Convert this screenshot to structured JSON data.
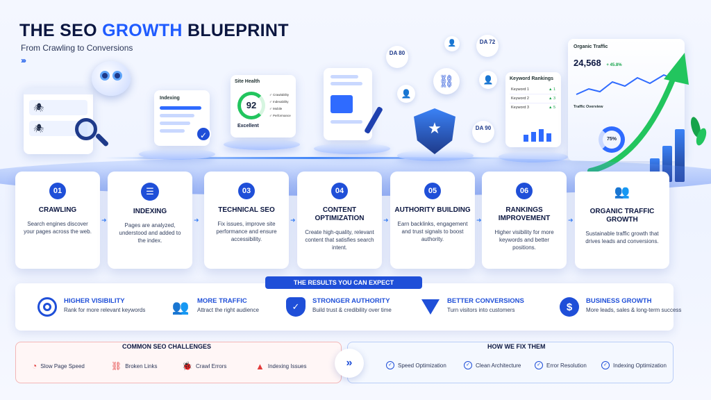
{
  "header": {
    "title_main": "THE SEO ",
    "title_accent": "GROWTH",
    "title_end": " BLUEPRINT",
    "subtitle": "From Crawling to Conversions"
  },
  "illustrations": {
    "indexing_card_label": "Indexing",
    "site_health_label": "Site Health",
    "site_health_score": "92",
    "site_health_status": "Excellent",
    "site_health_checks": [
      "Crawlability",
      "Indexability",
      "Mobile",
      "Performance"
    ],
    "da_nodes": [
      "DA 80",
      "DA 72",
      "DA 90"
    ],
    "keyword_rankings": {
      "title": "Keyword Rankings",
      "rows": [
        {
          "kw": "Keyword 1",
          "rank": "1"
        },
        {
          "kw": "Keyword 2",
          "rank": "3"
        },
        {
          "kw": "Keyword 3",
          "rank": "5"
        }
      ]
    },
    "organic_traffic": {
      "title": "Organic Traffic",
      "value": "24,568",
      "change": "+ 45.8%",
      "overview_label": "Traffic Overview",
      "donut_value": "75%"
    }
  },
  "steps": [
    {
      "num": "01",
      "title": "CRAWLING",
      "desc": "Search engines discover your pages across the web."
    },
    {
      "num": "",
      "title": "INDEXING",
      "desc": "Pages are analyzed, understood and added to the index."
    },
    {
      "num": "03",
      "title": "TECHNICAL SEO",
      "desc": "Fix issues, improve site performance and ensure accessibility."
    },
    {
      "num": "04",
      "title": "CONTENT OPTIMIZATION",
      "desc": "Create high-quality, relevant content that satisfies search intent."
    },
    {
      "num": "05",
      "title": "AUTHORITY BUILDING",
      "desc": "Earn backlinks, engagement and trust signals to boost authority."
    },
    {
      "num": "06",
      "title": "RANKINGS IMPROVEMENT",
      "desc": "Higher visibility for more keywords and better positions."
    },
    {
      "num": "",
      "title": "ORGANIC TRAFFIC GROWTH",
      "desc": "Sustainable traffic growth that drives leads and conversions."
    }
  ],
  "results": {
    "heading": "THE RESULTS YOU CAN EXPECT",
    "items": [
      {
        "title": "HIGHER VISIBILITY",
        "desc": "Rank for more relevant keywords",
        "icon": "target-icon"
      },
      {
        "title": "MORE TRAFFIC",
        "desc": "Attract the right audience",
        "icon": "users-icon"
      },
      {
        "title": "STRONGER AUTHORITY",
        "desc": "Build trust & credibility over time",
        "icon": "shield-check-icon"
      },
      {
        "title": "BETTER CONVERSIONS",
        "desc": "Turn visitors into customers",
        "icon": "funnel-icon"
      },
      {
        "title": "BUSINESS GROWTH",
        "desc": "More leads, sales & long-term success",
        "icon": "dollar-icon"
      }
    ]
  },
  "challenges": {
    "heading": "COMMON SEO CHALLENGES",
    "items": [
      "Slow Page Speed",
      "Broken Links",
      "Crawl Errors",
      "Indexing Issues"
    ]
  },
  "fixes": {
    "heading": "HOW WE FIX THEM",
    "items": [
      "Speed Optimization",
      "Clean Architecture",
      "Error Resolution",
      "Indexing Optimization"
    ]
  },
  "colors": {
    "primary": "#1f4fd8",
    "accent": "#1f5bff",
    "challenge_border": "#f3b6b6",
    "challenge_icon": "#e23b3b",
    "growth_arrow": "#22c55e"
  }
}
